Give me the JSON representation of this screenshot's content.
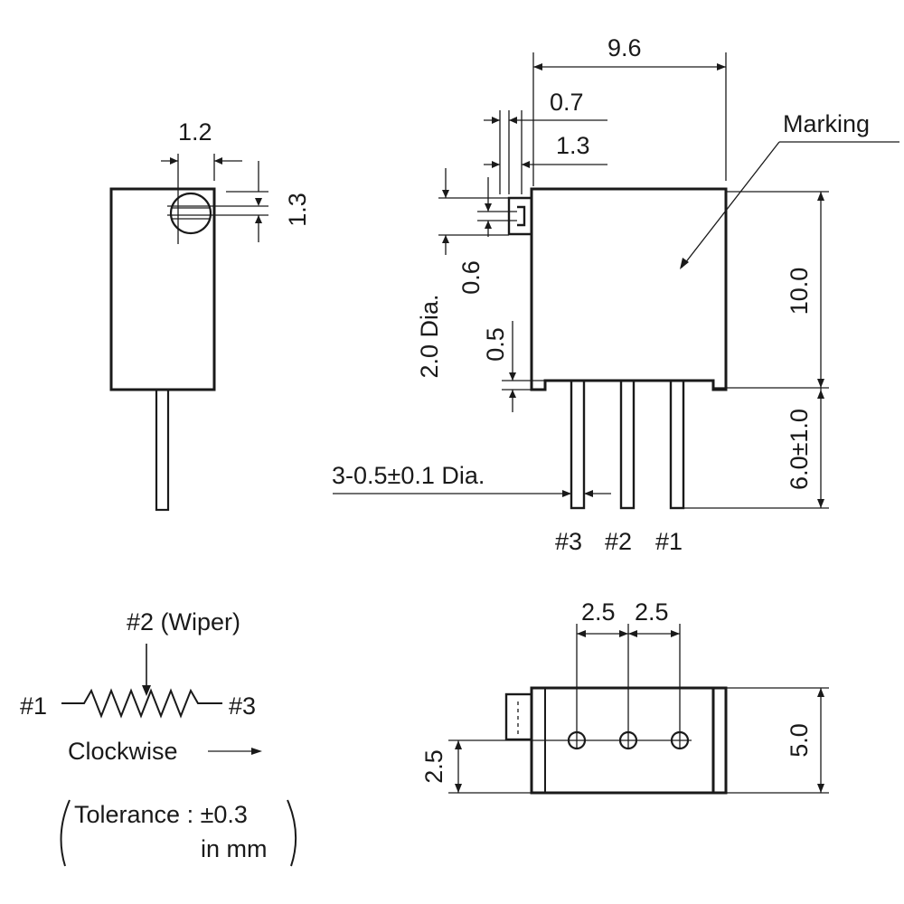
{
  "dimensions": {
    "side_slot_width": "1.2",
    "side_slot_height": "1.3",
    "overall_width": "9.6",
    "screw_offset": "0.7",
    "screw_width": "1.3",
    "screw_diameter": "2.0 Dia.",
    "screw_slot": "0.6",
    "body_standoff": "0.5",
    "body_height": "10.0",
    "pin_length": "6.0±1.0",
    "pin_diameter": "3-0.5±0.1 Dia.",
    "pitch_left": "2.5",
    "pitch_right": "2.5",
    "bottom_offset": "2.5",
    "bottom_depth": "5.0"
  },
  "labels": {
    "marking": "Marking",
    "pin_3": "#3",
    "pin_2": "#2",
    "pin_1": "#1"
  },
  "schematic": {
    "wiper": "#2 (Wiper)",
    "left_terminal": "#1",
    "right_terminal": "#3",
    "direction": "Clockwise"
  },
  "tolerance": {
    "line1": "Tolerance : ±0.3",
    "line2": "in mm"
  }
}
